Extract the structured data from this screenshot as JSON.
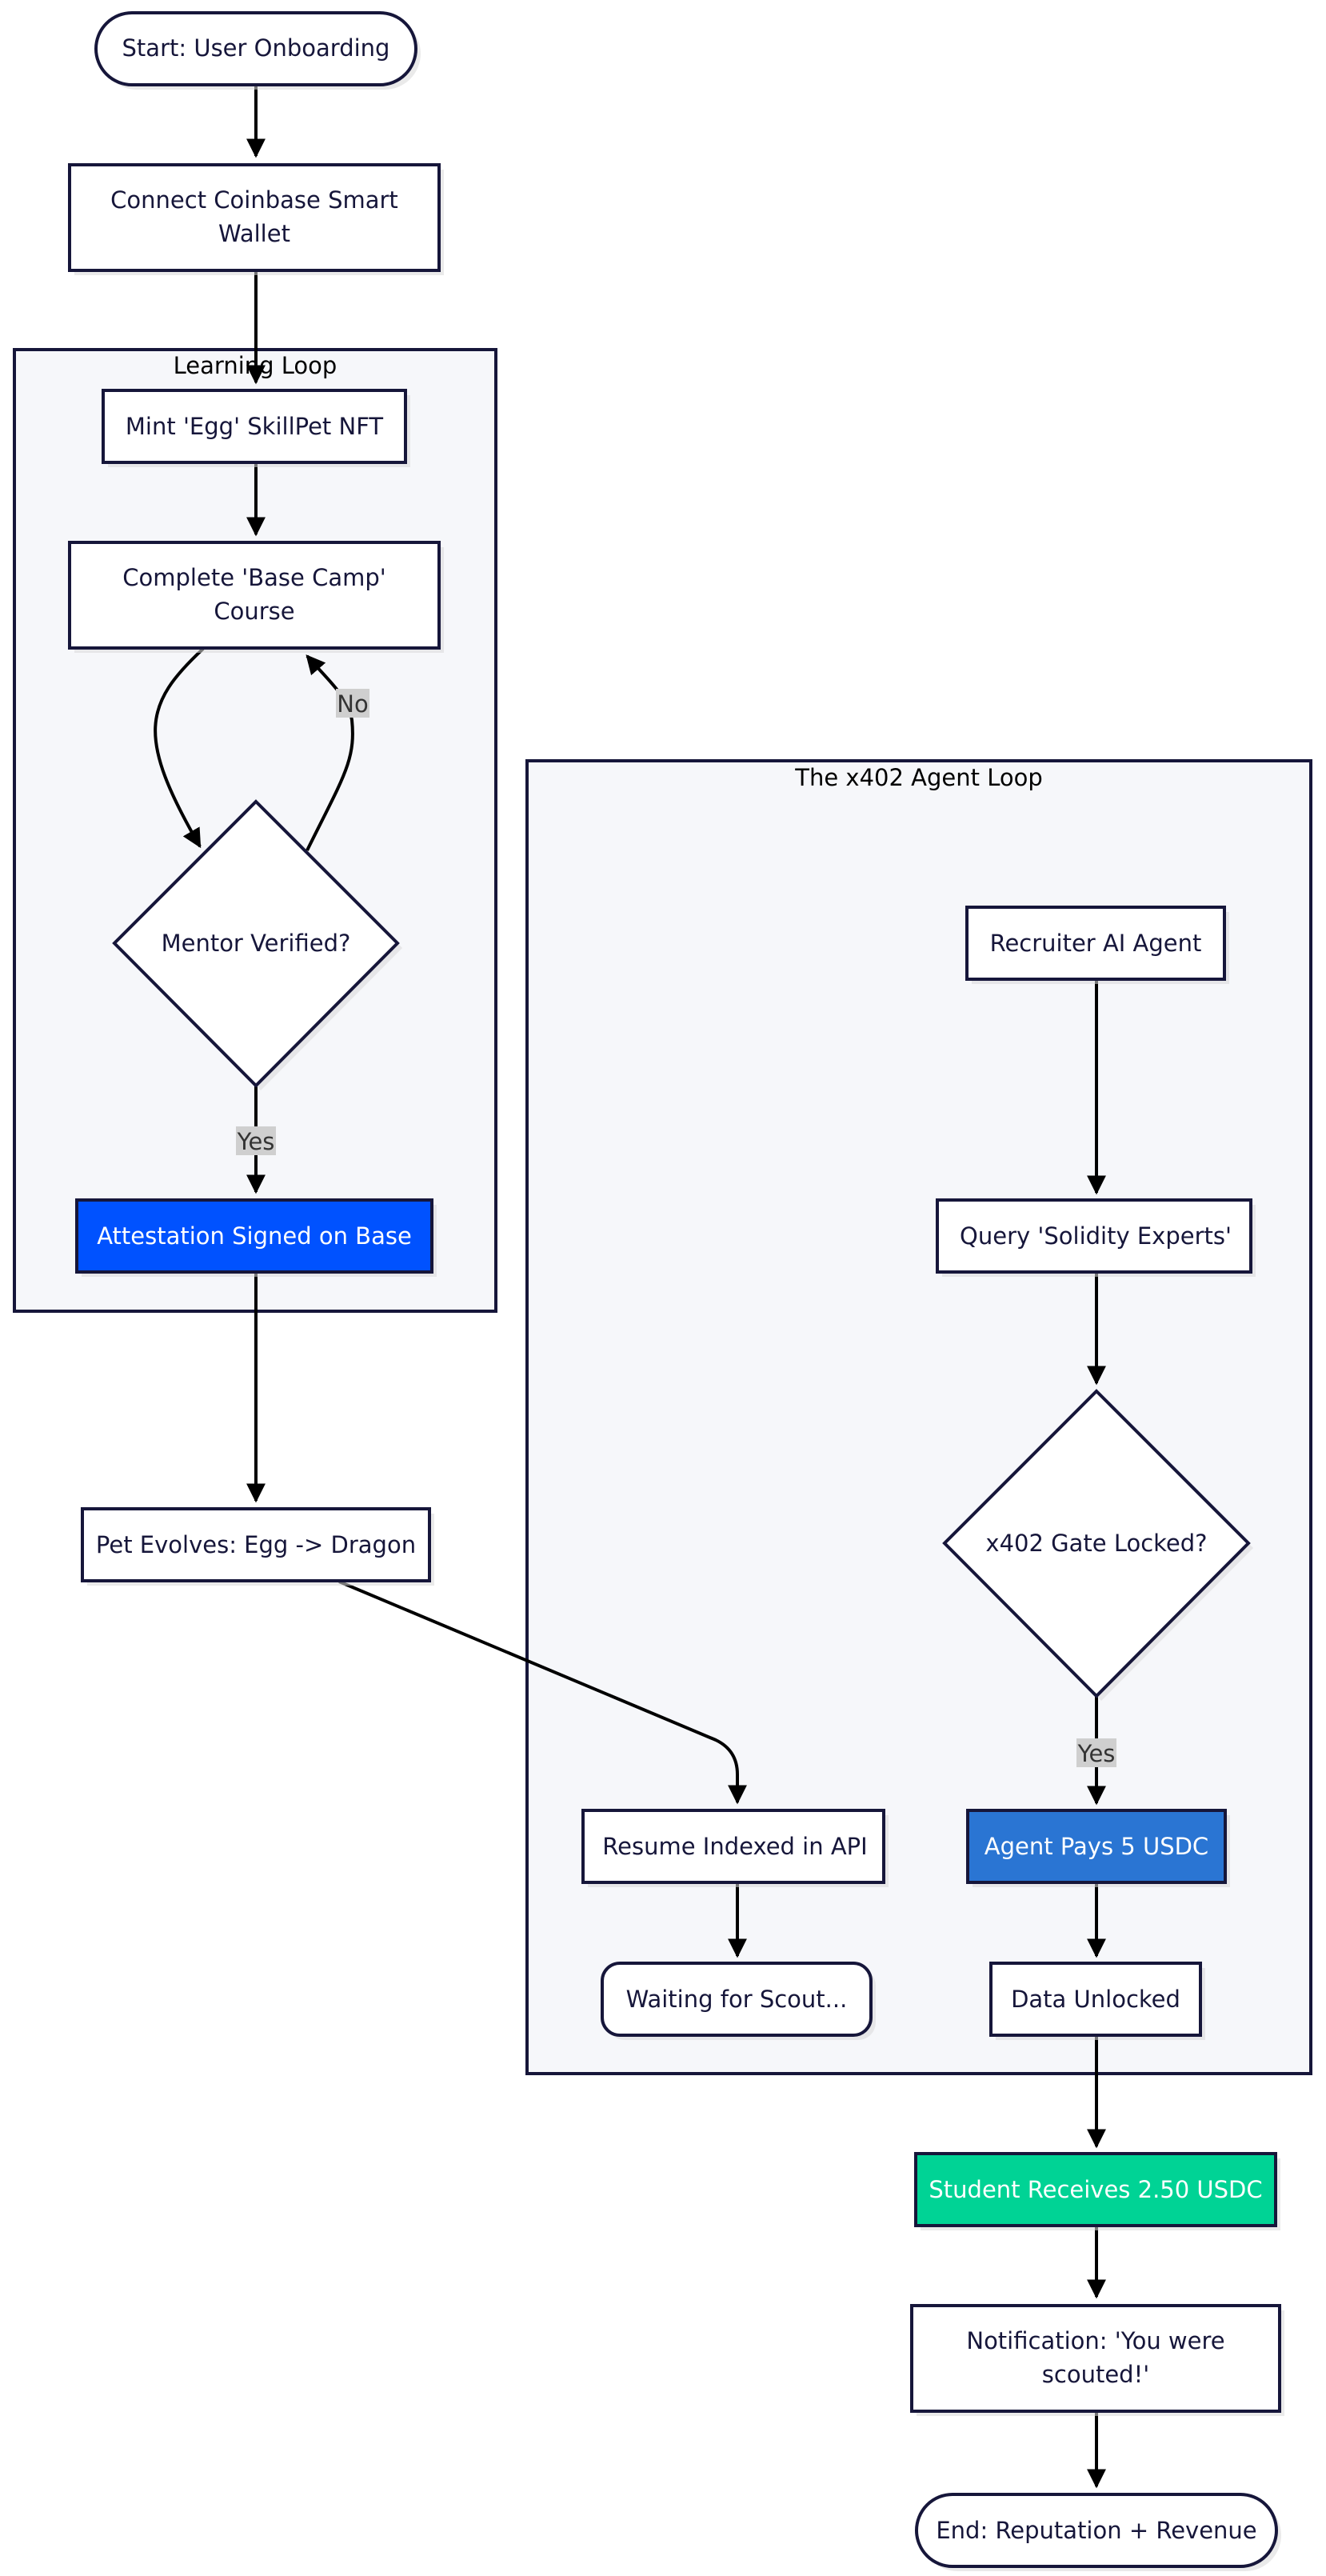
{
  "groups": {
    "learning_loop": "Learning Loop",
    "agent_loop": "The x402 Agent Loop"
  },
  "nodes": {
    "start": "Start: User Onboarding",
    "connect_line1": "Connect Coinbase Smart",
    "connect_line2": "Wallet",
    "mint": "Mint 'Egg' SkillPet NFT",
    "course_line1": "Complete 'Base Camp'",
    "course_line2": "Course",
    "mentor": "Mentor Verified?",
    "attestation": "Attestation Signed on Base",
    "evolves": "Pet Evolves: Egg -> Dragon",
    "recruiter": "Recruiter AI Agent",
    "query": "Query 'Solidity Experts'",
    "gate": "x402 Gate Locked?",
    "resume": "Resume Indexed in API",
    "pays": "Agent Pays 5 USDC",
    "waiting": "Waiting for Scout...",
    "unlocked": "Data Unlocked",
    "receives": "Student Receives 2.50 USDC",
    "notify_line1": "Notification: 'You were",
    "notify_line2": "scouted!'",
    "end": "End: Reputation + Revenue"
  },
  "edge_labels": {
    "no": "No",
    "yes_mentor": "Yes",
    "yes_gate": "Yes"
  },
  "colors": {
    "attestation_fill": "#0052ff",
    "pays_fill": "#2a75d3",
    "receives_fill": "#00d395",
    "stroke": "#16163a",
    "group_fill": "#f6f7fa",
    "edge_label_bg": "#cfcfcf"
  }
}
